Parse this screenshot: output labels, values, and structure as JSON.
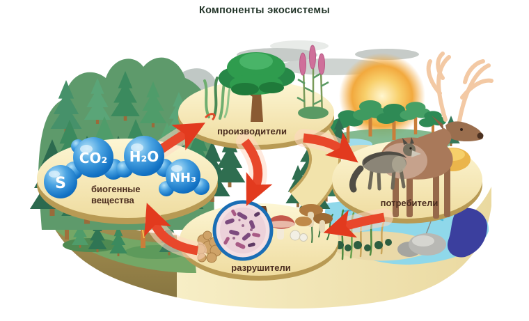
{
  "title": "Компоненты экосистемы",
  "diagram": {
    "nodes": {
      "biogenic": {
        "label_line1": "биогенные",
        "label_line2": "вещества",
        "molecules": [
          "S",
          "CO₂",
          "H₂O",
          "NH₃"
        ]
      },
      "producers": {
        "label": "производители"
      },
      "consumers": {
        "label": "потребители"
      },
      "decomposers": {
        "label": "разрушители"
      }
    },
    "flows": [
      {
        "from": "биогенные вещества",
        "to": "производители"
      },
      {
        "from": "производители",
        "to": "потребители"
      },
      {
        "from": "производители",
        "to": "разрушители"
      },
      {
        "from": "потребители",
        "to": "разрушители"
      },
      {
        "from": "разрушители",
        "to": "биогенные вещества"
      }
    ],
    "colors": {
      "arrow_red": "#e8472b",
      "molecule_blue": "#1272c4",
      "label_brown": "#4a2c1e",
      "title_dark": "#233529",
      "platform_cream": "#f9efc4",
      "platform_rim": "#b89a54",
      "island_side_olive": "#a18c4f",
      "island_side_cream": "#f3e7b4",
      "forest_green": "#2f7d55",
      "water_light": "#8fd8ea",
      "water_deep": "#3b3f9e",
      "sun_orange": "#f2a93e",
      "microbe_ring_blue": "#1a6eb5"
    }
  }
}
